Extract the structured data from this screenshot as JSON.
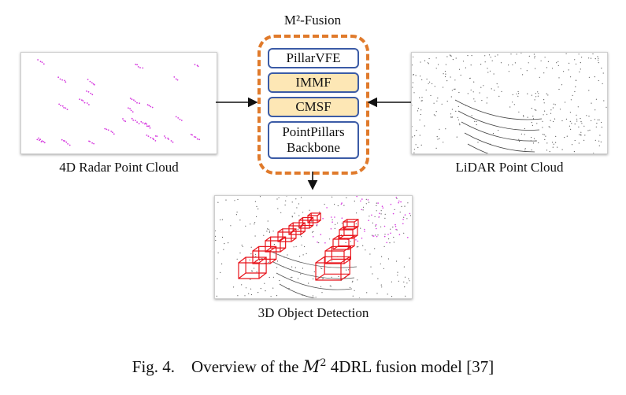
{
  "fusion": {
    "title": "M²-Fusion",
    "modules": [
      "PillarVFE",
      "IMMF",
      "CMSF",
      "PointPillars Backbone"
    ],
    "frame_color": "#e07a2b",
    "module_border_color": "#3b5ba6",
    "highlight_fill": "#fde7b5"
  },
  "panels": {
    "radar_caption": "4D Radar Point Cloud",
    "lidar_caption": "LiDAR Point Cloud",
    "detection_caption": "3D Object Detection"
  },
  "colors": {
    "radar_points": "#d63adf",
    "lidar_points": "#555555",
    "boxes": "#e8141c"
  },
  "figure": {
    "label": "Fig. 4.",
    "text_before": "Overview of the",
    "math_base": "M",
    "math_sup": "2",
    "text_after": "4DRL fusion model [37]"
  }
}
